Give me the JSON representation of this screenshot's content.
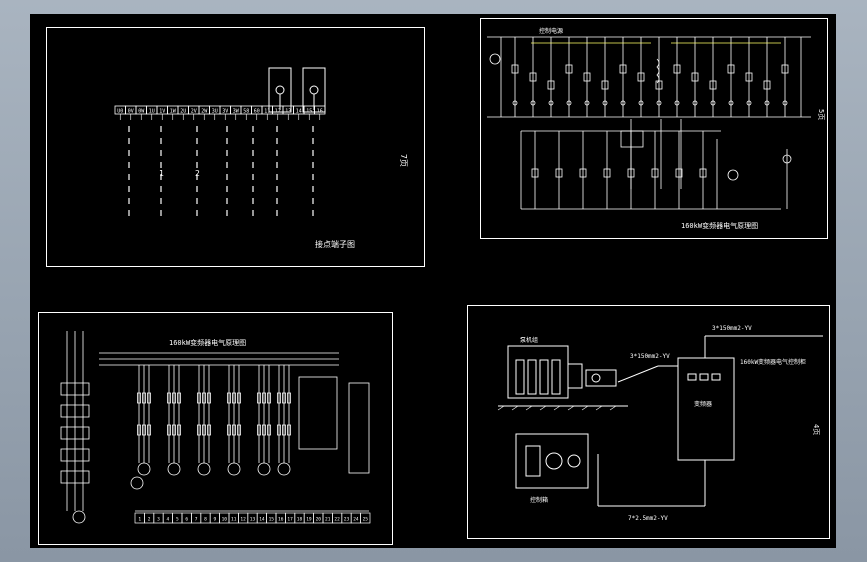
{
  "colors": {
    "viewport_background": "#9aa5b2",
    "canvas": "#000000",
    "line": "#ffffff",
    "accent_line": "#ffff66"
  },
  "sheet1": {
    "terminal_labels": [
      "U0",
      "0V",
      "0W",
      "1U",
      "1V",
      "1W",
      "2U",
      "2V",
      "2W",
      "3U",
      "3V",
      "3W",
      "58",
      "60",
      "11",
      "12",
      "13",
      "14",
      "15",
      "16"
    ],
    "side_label": "7页",
    "title": "接点端子图",
    "branch_labels": [
      "1",
      "2"
    ]
  },
  "sheet2": {
    "caption": "160kW变频器电气原理图",
    "side_label": "5页",
    "top_label": "控制电源"
  },
  "sheet3": {
    "title": "160kW变频器电气原理图",
    "terminal_strip": [
      "1",
      "2",
      "3",
      "4",
      "5",
      "6",
      "7",
      "8",
      "9",
      "10",
      "11",
      "12",
      "13",
      "14",
      "15",
      "16",
      "17",
      "18",
      "19",
      "20",
      "21",
      "22",
      "23",
      "24",
      "25"
    ]
  },
  "sheet4": {
    "pump_label": "泵机组",
    "cable_top": "3*150mm2-YV",
    "cable_mid": "3*150mm2-YV",
    "cabinet_label": "160kW变频器电气控制柜",
    "cabinet_sub": "变频器",
    "motor_label": "控制箱",
    "cable_bottom": "7*2.5mm2-YV",
    "side_label": "4页"
  }
}
